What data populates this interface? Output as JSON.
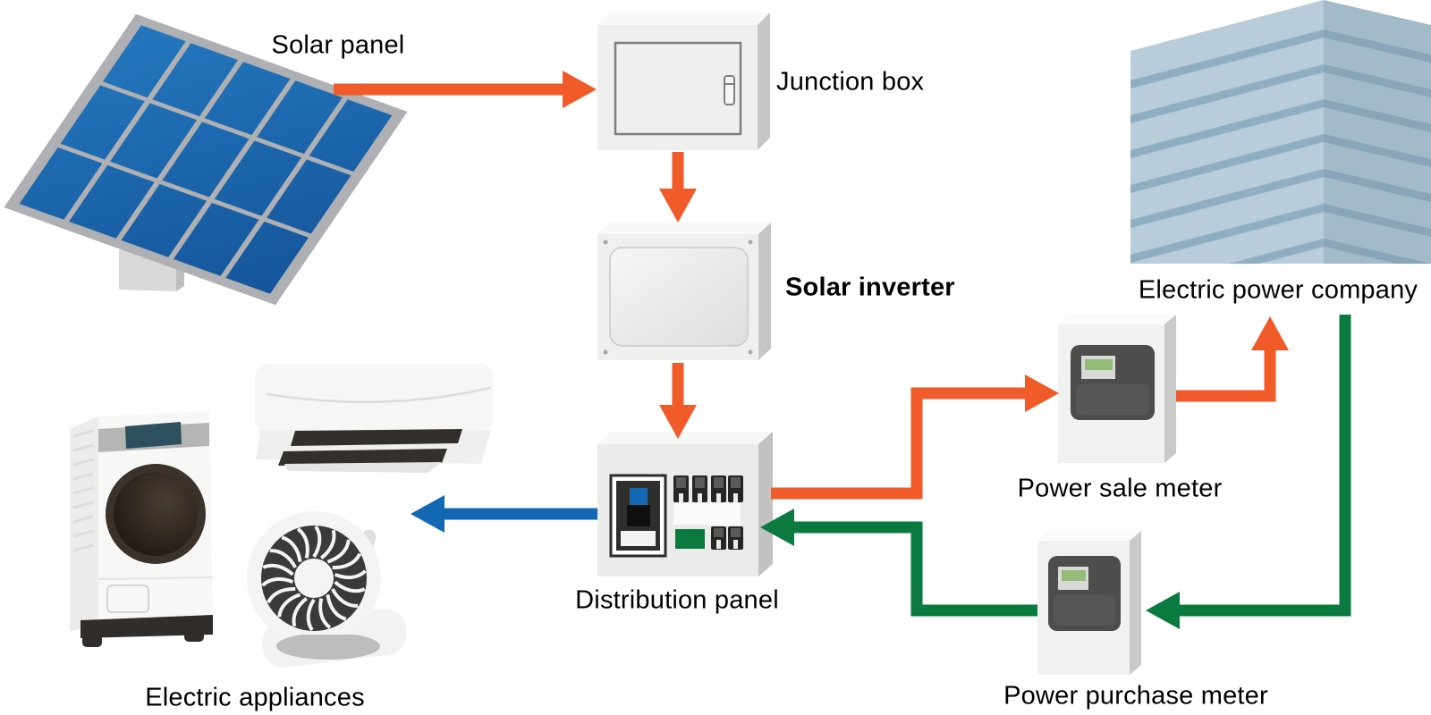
{
  "colors": {
    "flow_solar": "#F15A29",
    "flow_grid": "#0B7A3E",
    "flow_appliance": "#1268B3",
    "panel_cell_blue": "#2478BE",
    "meter_display_green": "#92BC77"
  },
  "nodes": {
    "solar_panel": {
      "label": "Solar panel"
    },
    "junction_box": {
      "label": "Junction box"
    },
    "solar_inverter": {
      "label": "Solar inverter"
    },
    "distribution_panel": {
      "label": "Distribution panel"
    },
    "electric_appliances": {
      "label": "Electric appliances"
    },
    "electric_power_company": {
      "label": "Electric power company"
    },
    "power_sale_meter": {
      "label": "Power sale meter"
    },
    "power_purchase_meter": {
      "label": "Power purchase meter"
    }
  },
  "flows": [
    {
      "from": "Solar panel",
      "to": "Junction box",
      "color": "#F15A29"
    },
    {
      "from": "Junction box",
      "to": "Solar inverter",
      "color": "#F15A29"
    },
    {
      "from": "Solar inverter",
      "to": "Distribution panel",
      "color": "#F15A29"
    },
    {
      "from": "Distribution panel",
      "to": "Electric appliances",
      "color": "#1268B3"
    },
    {
      "from": "Distribution panel",
      "to": "Power sale meter",
      "color": "#F15A29"
    },
    {
      "from": "Power sale meter",
      "to": "Electric power company",
      "color": "#F15A29"
    },
    {
      "from": "Electric power company",
      "to": "Power purchase meter",
      "color": "#0B7A3E"
    },
    {
      "from": "Power purchase meter",
      "to": "Distribution panel",
      "color": "#0B7A3E"
    }
  ]
}
